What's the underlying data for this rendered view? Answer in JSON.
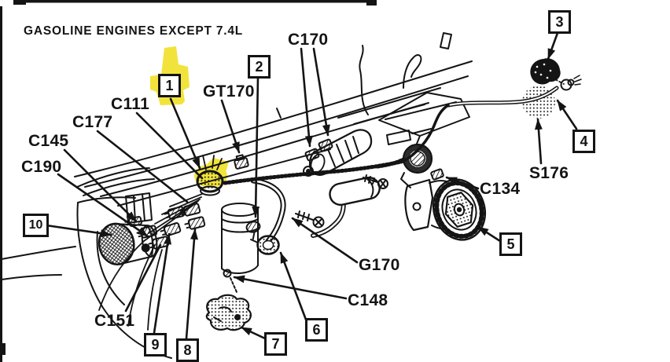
{
  "title": "GASOLINE ENGINES EXCEPT 7.4L",
  "diagram": {
    "kind": "engine wiring harness callout diagram",
    "highlight_color": "#f2e33c",
    "ink_color": "#141414",
    "highlighted_callout": "1"
  },
  "connector_labels": {
    "c170": "C170",
    "gt170": "GT170",
    "c111": "C111",
    "c177": "C177",
    "c145": "C145",
    "c190": "C190",
    "c134": "C134",
    "s176": "S176",
    "g170": "G170",
    "c148": "C148",
    "c151": "C151"
  },
  "callouts": {
    "c1": "1",
    "c2": "2",
    "c3": "3",
    "c4": "4",
    "c5": "5",
    "c6": "6",
    "c7": "7",
    "c8": "8",
    "c9": "9",
    "c10": "10"
  }
}
